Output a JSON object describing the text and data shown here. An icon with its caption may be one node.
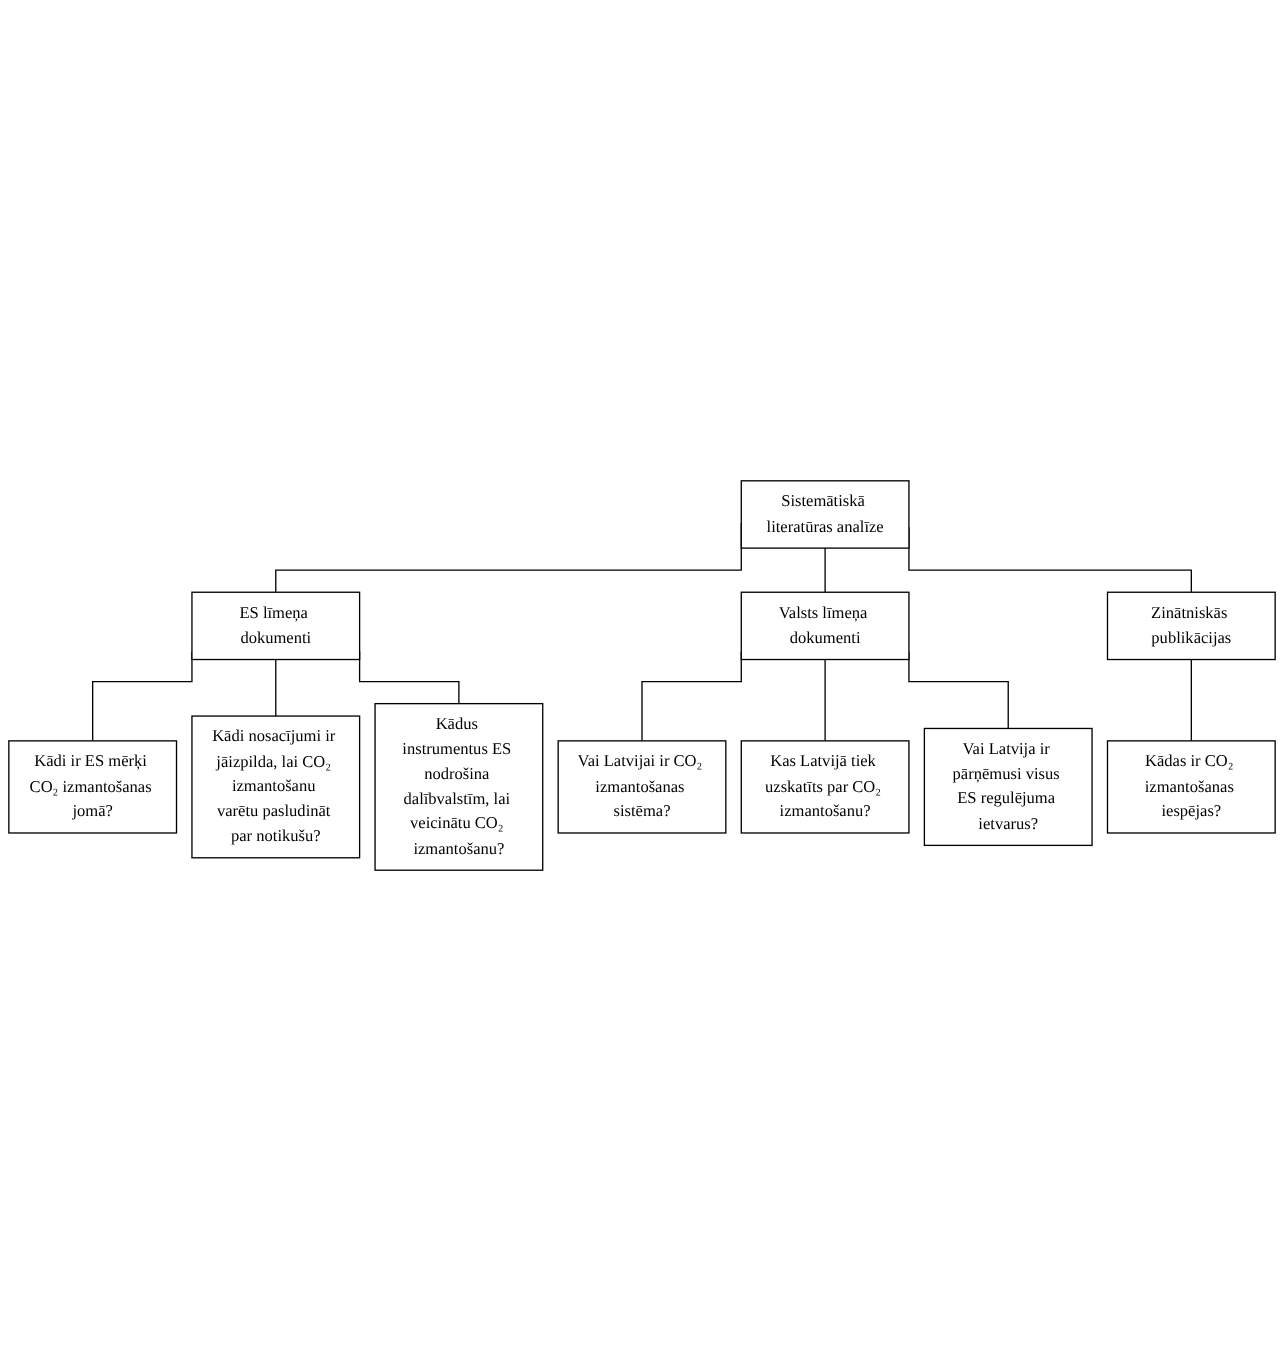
{
  "diagram": {
    "nodes": [
      {
        "text": [
          "Sistemātiskā literatūras analīze"
        ]
      },
      {
        "text": [
          "ES līmeņa dokumenti"
        ]
      },
      {
        "text": [
          "Valsts līmeņa dokumenti"
        ]
      },
      {
        "text": [
          "Zinātniskās publikācijas"
        ]
      },
      {
        "text": [
          "Kādi ir ES mērķi CO₂ izmantošanas jomā?"
        ]
      },
      {
        "text": [
          "Kādi nosacījumi ir jāizpilda, lai CO₂ izmantošanu varētu pasludināt par notikušu?"
        ]
      },
      {
        "text": [
          "Kādus instrumentus ES nodrošina dalībvalstīm, lai veicinātu CO₂ izmantošanu?"
        ]
      },
      {
        "text": [
          "Vai Latvijai ir CO₂ izmantošanas sistēma?"
        ]
      },
      {
        "text": [
          "Kas Latvijā tiek uzskatīts par CO₂ izmantošanu?"
        ]
      },
      {
        "text": [
          "Vai Latvija ir pārņēmusi visus ES regulējuma ietvarus?"
        ]
      },
      {
        "text": [
          "Kādas ir CO₂ izmantošanas iespējas?"
        ]
      }
    ],
    "edges": [
      {
        "from": 0,
        "to": 1,
        "arrow": "none"
      },
      {
        "from": 0,
        "to": 2,
        "arrow": "none"
      },
      {
        "from": 0,
        "to": 3,
        "arrow": "none"
      },
      {
        "from": 1,
        "to": 4,
        "arrow": "none"
      },
      {
        "from": 1,
        "to": 5,
        "arrow": "none"
      },
      {
        "from": 1,
        "to": 6,
        "arrow": "none"
      },
      {
        "from": 2,
        "to": 7,
        "arrow": "none"
      },
      {
        "from": 2,
        "to": 8,
        "arrow": "none"
      },
      {
        "from": 2,
        "to": 9,
        "arrow": "none"
      },
      {
        "from": 3,
        "to": 10,
        "arrow": "none"
      }
    ]
  }
}
